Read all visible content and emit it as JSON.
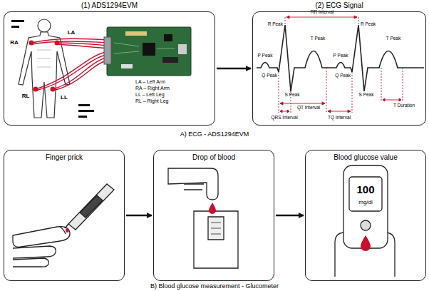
{
  "diagram": {
    "nodes": [
      {
        "text": [
          "(1) ADS1294EVM"
        ]
      },
      {
        "text": [
          "(2) ECG Signal"
        ]
      },
      {
        "text": [
          "Finger prick"
        ]
      },
      {
        "text": [
          "Drop of blood"
        ]
      },
      {
        "text": [
          "Blood glucose value"
        ]
      }
    ],
    "edges": [
      {
        "from": 0,
        "to": 1,
        "arrow": "to"
      },
      {
        "from": 2,
        "to": 3,
        "arrow": "to"
      },
      {
        "from": 3,
        "to": 4,
        "arrow": "to"
      }
    ],
    "labels": [
      "RA",
      "LA",
      "RL",
      "LL",
      "LA – Left Arm",
      "RA – Right Arm",
      "LL – Left Leg",
      "RL – Right Leg",
      "R Peak",
      "RR Interval",
      "R Peak",
      "P Peak",
      "Q Peak",
      "S Peak",
      "T Peak",
      "P Peak",
      "Q Peak",
      "S Peak",
      "T Peak",
      "QT Interval",
      "QRS Interval",
      "TQ Interval",
      "T Duration",
      "A) ECG - ADS1294EVM",
      "100",
      "mg/dl",
      "B) Blood glucose measurement - Glucometer"
    ]
  }
}
